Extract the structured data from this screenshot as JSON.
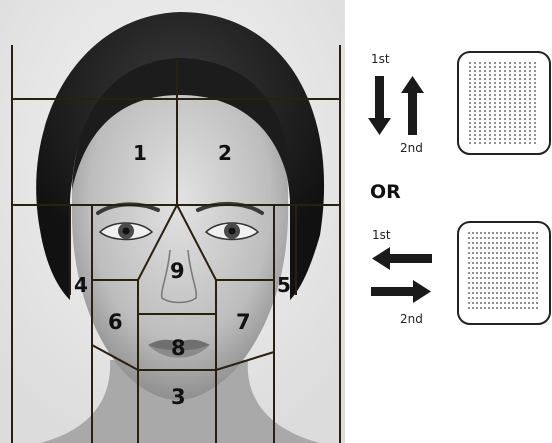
{
  "zones": [
    "1",
    "2",
    "3",
    "4",
    "5",
    "6",
    "7",
    "8",
    "9"
  ],
  "vertical_method": {
    "first_label": "1st",
    "second_label": "2nd",
    "pattern": "vertical-lines",
    "arrow_icons": [
      "arrow-down-icon",
      "arrow-up-icon"
    ]
  },
  "separator": "OR",
  "horizontal_method": {
    "first_label": "1st",
    "second_label": "2nd",
    "pattern": "horizontal-lines",
    "arrow_icons": [
      "arrow-left-icon",
      "arrow-right-icon"
    ]
  },
  "colors": {
    "zone_lines": "#2a2010",
    "arrow_fill": "#1a1a1a",
    "pattern_stroke": "#222222"
  }
}
